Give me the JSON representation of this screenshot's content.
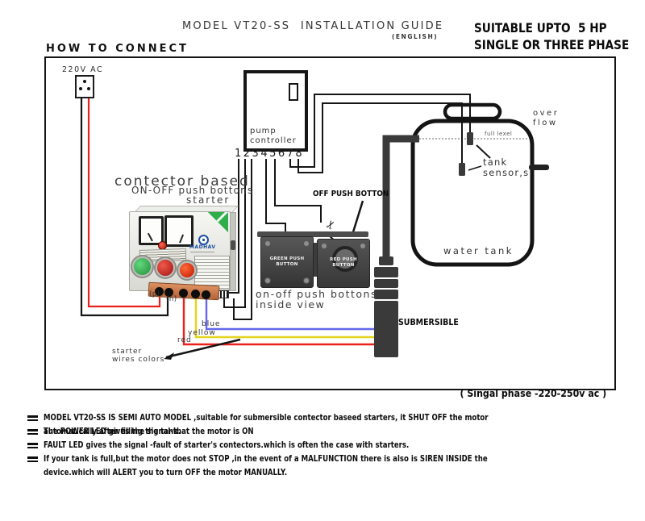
{
  "header": {
    "title": "MODEL VT20-SS  INSTALLATION GUIDE",
    "language": "(ENGLISH)",
    "suitability": "SUITABLE UPTO  5 HP\nSINGLE OR THREE PHASE",
    "how_to_connect": "HOW TO CONNECT"
  },
  "power": {
    "label": "220V AC"
  },
  "controller": {
    "name_line1": "pump",
    "name_line2": "controller",
    "terminals": "12345678"
  },
  "starter": {
    "heading1": "contector based",
    "heading2": "ON-OFF push bottons",
    "heading3": "starter",
    "brand": "MADHAV",
    "terminal_p": "(p)",
    "terminal_n": "(n)"
  },
  "push_buttons": {
    "off_label": "OFF PUSH BOTTON",
    "green_line1": "GREEN PUSH",
    "green_line2": "BUTTON",
    "red_line1": "RED PUSH",
    "red_line2": "BUTTON",
    "caption_line1": "on-off push bottons",
    "caption_line2": "inside view",
    "scissors": "✂"
  },
  "tank": {
    "overflow": "over\nflow",
    "full_level": "full lexel",
    "sensor_line1": "tank",
    "sensor_line2": "sensor,s",
    "name": "water tank"
  },
  "submersible": {
    "label": "SUBMERSIBLE"
  },
  "wires": {
    "blue": "blue",
    "yellow": "yellow",
    "red": "red",
    "note_line1": "starter",
    "note_line2": "wires colors"
  },
  "phase_note": "( Singal phase -220-250v ac )",
  "notes": [
    "MODEL VT20-SS  IS SEMI AUTO MODEL ,suitable for submersible contector baseed starters, it  SHUT OFF the motor automatically  after filling the tank.",
    "The POWER  LED gives the signal-that the motor is ON",
    "FAULT LED gives the signal -fault of starter's contectors.which is often the case with starters.",
    "If your tank is full,but the motor does not STOP ,in the event of a MALFUNCTION there is also is SIREN INSIDE the device.which will ALERT you to turn OFF the motor MANUALLY."
  ],
  "colors": {
    "wire_red": "#e8211d",
    "wire_yellow": "#e3d41e",
    "wire_blue": "#6468ec",
    "wire_black": "#151515",
    "terminal_strip": "#cd7d52",
    "brand_blue": "#1a4fa0",
    "badge_green": "#2fae4a",
    "pump_body": "#3a3a3a"
  }
}
